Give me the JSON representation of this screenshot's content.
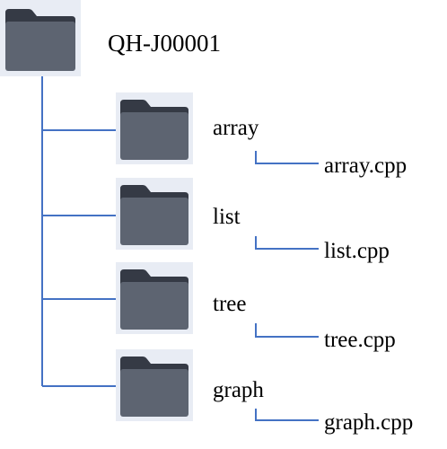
{
  "root": {
    "label": "QH-J00001",
    "icon": "folder-icon"
  },
  "folders": [
    {
      "label": "array",
      "file": "array.cpp",
      "icon": "folder-icon"
    },
    {
      "label": "list",
      "file": "list.cpp",
      "icon": "folder-icon"
    },
    {
      "label": "tree",
      "file": "tree.cpp",
      "icon": "folder-icon"
    },
    {
      "label": "graph",
      "file": "graph.cpp",
      "icon": "folder-icon"
    }
  ],
  "colors": {
    "connector": "#4472c4",
    "folder_back": "#353a45",
    "folder_front": "#5d6471",
    "icon_bg": "#e8ecf4"
  }
}
